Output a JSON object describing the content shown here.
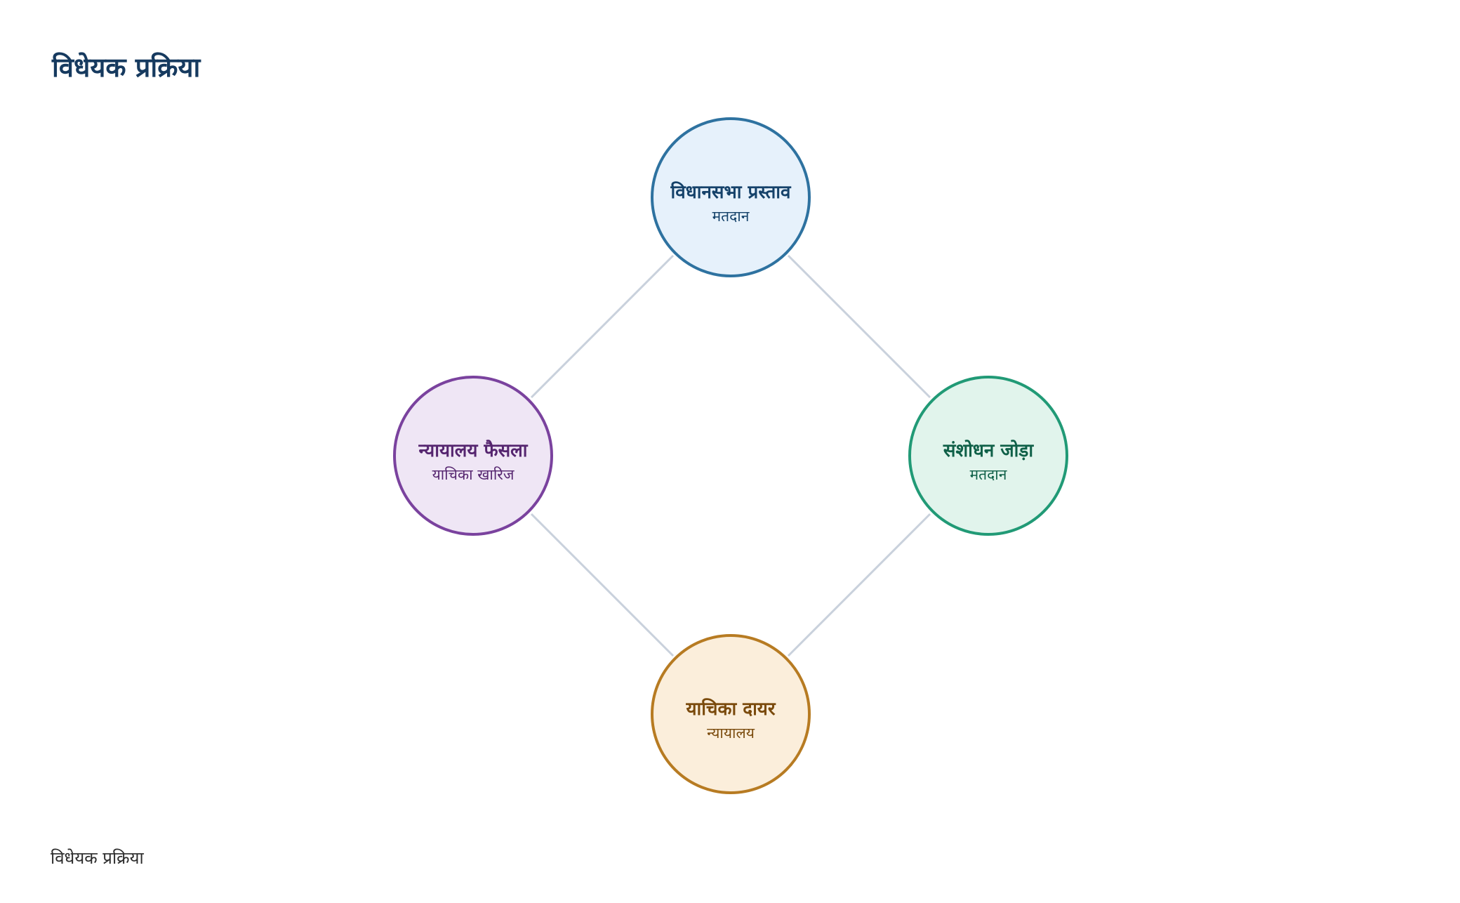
{
  "title": "विधेयक प्रक्रिया",
  "footer": "विधेयक प्रक्रिया",
  "nodes": {
    "top": {
      "title": "विधानसभा प्रस्ताव",
      "subtitle": "मतदान",
      "stroke": "#2e72a0",
      "fill": "#e6f1fb",
      "text": "#15426a"
    },
    "right": {
      "title": "संशोधन जोड़ा",
      "subtitle": "मतदान",
      "stroke": "#219a76",
      "fill": "#e1f4ec",
      "text": "#0f6048"
    },
    "bottom": {
      "title": "याचिका दायर",
      "subtitle": "न्यायालय",
      "stroke": "#b77b22",
      "fill": "#fbeedb",
      "text": "#7a4a0c"
    },
    "left": {
      "title": "न्यायालय फैसला",
      "subtitle": "याचिका खारिज",
      "stroke": "#7a429e",
      "fill": "#efe6f5",
      "text": "#55256f"
    }
  },
  "edge_color": "#c9d1dc"
}
